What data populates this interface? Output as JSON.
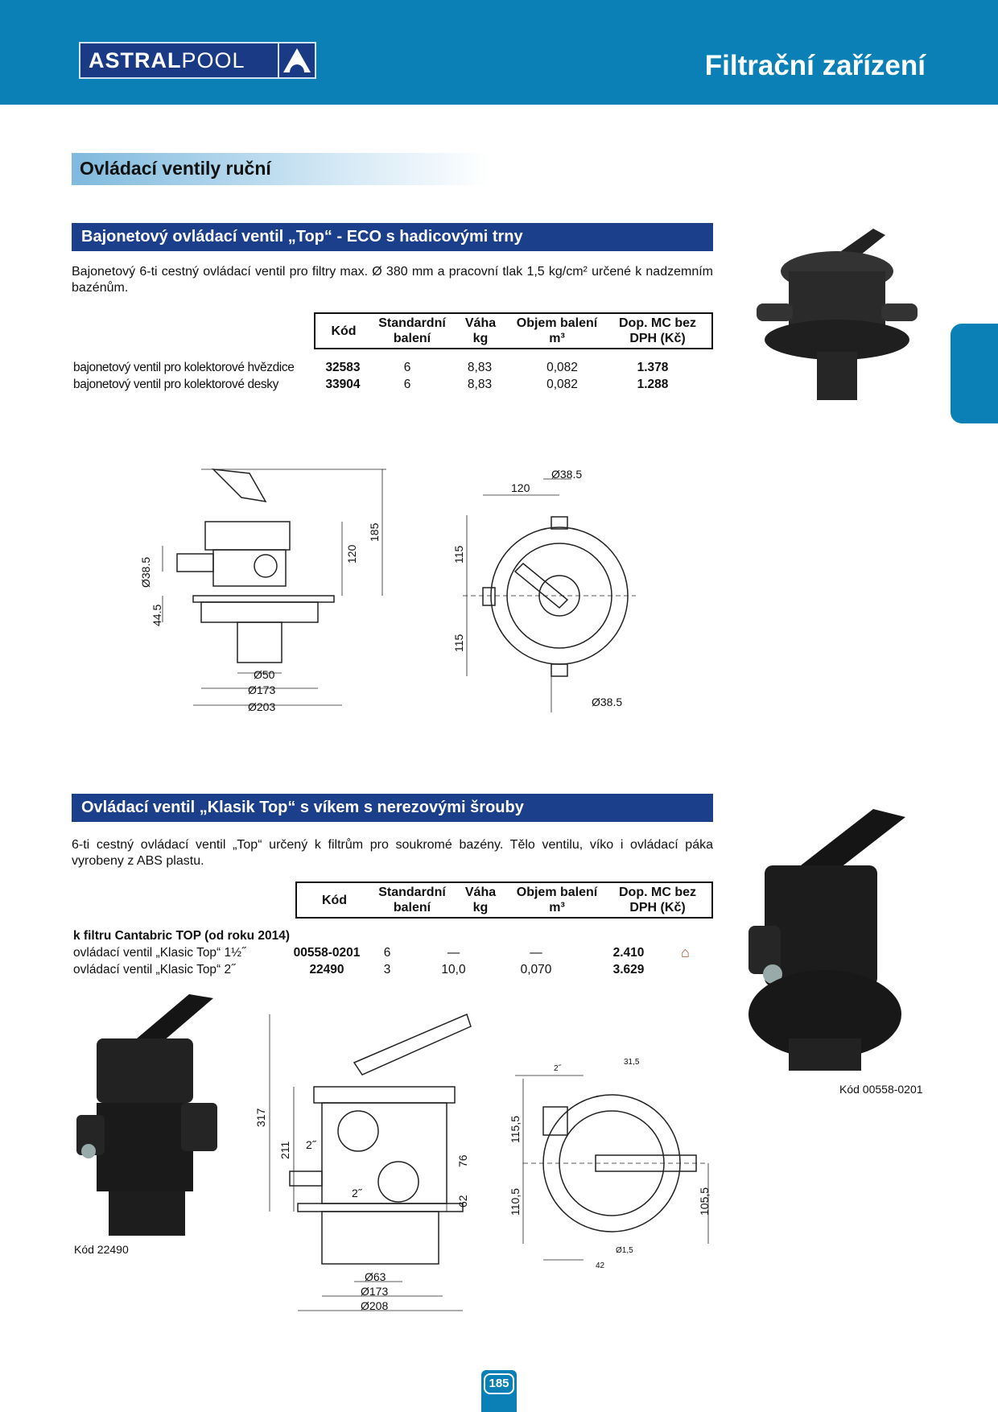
{
  "header": {
    "brand_bold": "ASTRAL",
    "brand_light": "POOL",
    "title": "Filtrační zařízení"
  },
  "section_title": "Ovládací ventily ruční",
  "product1": {
    "title": "Bajonetový ovládací ventil „Top“ -  ECO s hadicovými trny",
    "description": "Bajonetový 6-ti cestný ovládací ventil pro filtry max. Ø 380 mm a pracovní tlak 1,5 kg/cm² určené k nadzemním bazénům.",
    "columns": [
      "Kód",
      "Standardní balení",
      "Váha kg",
      "Objem balení m³",
      "Dop. MC bez DPH (Kč)"
    ],
    "rows": [
      {
        "name": "bajonetový ventil pro kolektorové hvězdice",
        "code": "32583",
        "pack": "6",
        "weight": "8,83",
        "volume": "0,082",
        "price": "1.378"
      },
      {
        "name": "bajonetový ventil pro kolektorové desky",
        "code": "33904",
        "pack": "6",
        "weight": "8,83",
        "volume": "0,082",
        "price": "1.288"
      }
    ],
    "side_dims": [
      "Ø38.5",
      "44.5",
      "Ø50",
      "Ø173",
      "Ø203",
      "120",
      "185"
    ],
    "top_dims": [
      "Ø38.5",
      "120",
      "115",
      "115",
      "Ø38.5"
    ]
  },
  "product2": {
    "title": "Ovládací ventil „Klasik Top“ s víkem s nerezovými šrouby",
    "description": "6-ti cestný ovládací ventil „Top“ určený k filtrům pro soukromé bazény. Tělo ventilu, víko i ovládací páka vyrobeny z ABS plastu.",
    "columns": [
      "Kód",
      "Standardní balení",
      "Váha kg",
      "Objem balení m³",
      "Dop. MC bez DPH (Kč)"
    ],
    "group": "k filtru Cantabric TOP (od roku 2014)",
    "rows": [
      {
        "name": "ovládací ventil „Klasic Top“ 1½˝",
        "code": "00558-0201",
        "pack": "6",
        "weight": "—",
        "volume": "—",
        "price": "2.410",
        "icon": "house-icon"
      },
      {
        "name": "ovládací ventil „Klasic Top“ 2˝",
        "code": "22490",
        "pack": "3",
        "weight": "10,0",
        "volume": "0,070",
        "price": "3.629"
      }
    ],
    "caption_right": "Kód 00558-0201",
    "caption_left": "Kód 22490",
    "side_dims": [
      "317",
      "211",
      "2˝",
      "2˝",
      "76",
      "62",
      "Ø63",
      "Ø173",
      "Ø208"
    ],
    "top_dims": [
      "2˝",
      "31,5",
      "115,5",
      "110,5",
      "105,5",
      "Ø1,5",
      "42"
    ]
  },
  "page_number": "185",
  "colors": {
    "header": "#0a80b6",
    "bar": "#1b3f8b"
  }
}
